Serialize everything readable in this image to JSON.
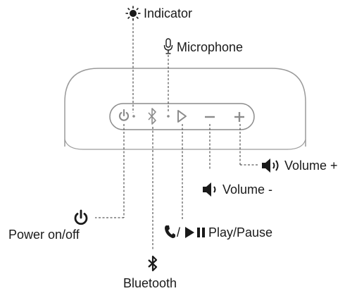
{
  "labels": {
    "indicator": "Indicator",
    "microphone": "Microphone",
    "volume_up": "Volume +",
    "volume_down": "Volume -",
    "power": "Power on/off",
    "play_pause": "Play/Pause",
    "bluetooth": "Bluetooth",
    "slash": "/"
  },
  "buttons": [
    "power",
    "bluetooth",
    "play",
    "volume-down",
    "volume-up"
  ],
  "colors": {
    "text": "#1a1a1a",
    "device_outline": "#9a9a9a",
    "button_glyph": "#8c8c8c",
    "leader_line": "#333333"
  },
  "icons": [
    "sun-icon",
    "microphone-icon",
    "speaker-loud-icon",
    "speaker-quiet-icon",
    "power-icon",
    "phone-icon",
    "play-pause-icon",
    "bluetooth-icon"
  ]
}
